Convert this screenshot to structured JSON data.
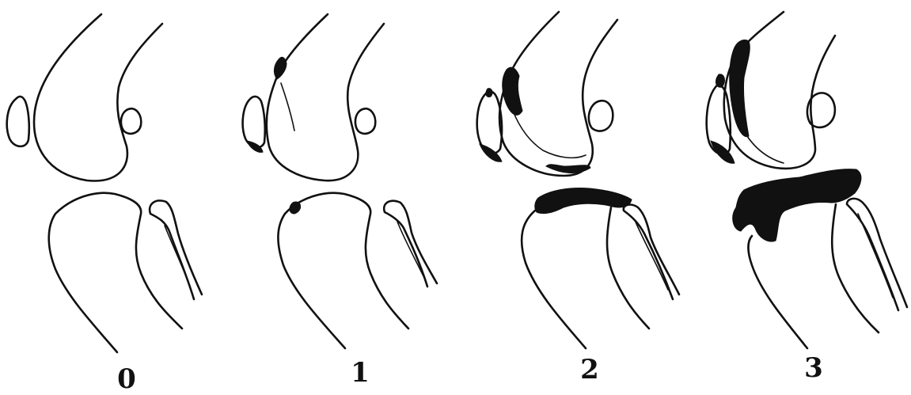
{
  "stages": [
    {
      "label": "0"
    },
    {
      "label": "1"
    },
    {
      "label": "2"
    },
    {
      "label": "3"
    }
  ],
  "colors": {
    "ink": "#111111",
    "background": "#ffffff"
  }
}
